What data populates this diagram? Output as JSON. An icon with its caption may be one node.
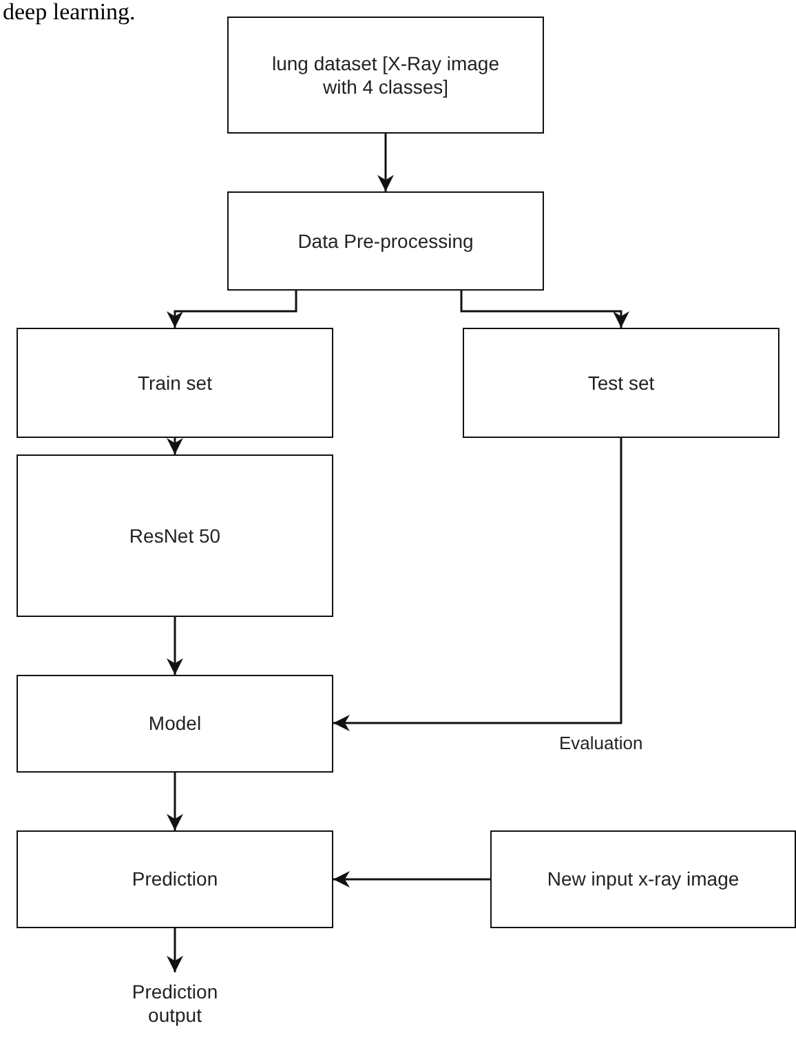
{
  "diagram": {
    "nodes": [
      {
        "text": [
          "lung dataset [X-Ray image with 4 classes]"
        ]
      },
      {
        "text": [
          "Data Pre-processing"
        ]
      },
      {
        "text": [
          "Train set"
        ]
      },
      {
        "text": [
          "Test set"
        ]
      },
      {
        "text": [
          "ResNet 50"
        ]
      },
      {
        "text": [
          "Model"
        ]
      },
      {
        "text": [
          "Prediction"
        ]
      },
      {
        "text": [
          "New input x-ray image"
        ]
      },
      {
        "text": [
          "Prediction output"
        ]
      }
    ],
    "edges": [
      {
        "from": 0,
        "to": 1,
        "arrow": "to"
      },
      {
        "from": 1,
        "to": 2,
        "arrow": "to"
      },
      {
        "from": 1,
        "to": 3,
        "arrow": "to"
      },
      {
        "from": 2,
        "to": 4,
        "arrow": "to"
      },
      {
        "from": 4,
        "to": 5,
        "arrow": "to"
      },
      {
        "from": 3,
        "to": 5,
        "arrow": "to",
        "label": "Evaluation"
      },
      {
        "from": 5,
        "to": 6,
        "arrow": "to"
      },
      {
        "from": 7,
        "to": 6,
        "arrow": "to"
      },
      {
        "from": 6,
        "to": 8,
        "arrow": "to"
      }
    ],
    "labels": [
      "deep learning."
    ]
  }
}
